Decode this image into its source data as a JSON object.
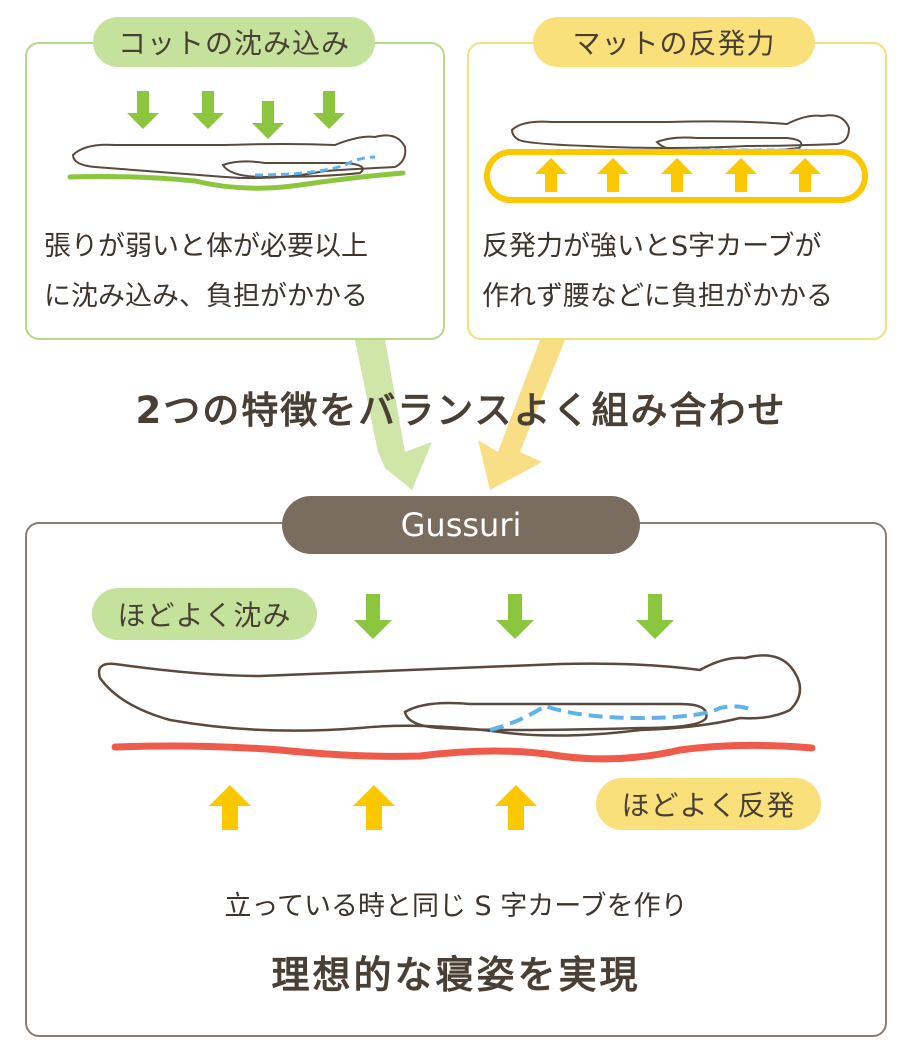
{
  "panels": {
    "cot": {
      "label": "コットの沈み込み",
      "desc_line1": "張りが弱いと体が必要以上",
      "desc_line2": "に沈み込み、負担がかかる",
      "accent": "#9bc94e",
      "border": "#b6d88a",
      "pill_bg": "#c5e29c",
      "arrow": "#8cc63f"
    },
    "mat": {
      "label": "マットの反発力",
      "desc_line1": "反発力が強いとS字カーブが",
      "desc_line2": "作れず腰などに負担がかかる",
      "border": "#f3e07a",
      "pill_bg": "#f9e07a",
      "arrow": "#fbc800"
    }
  },
  "headline": "2つの特徴をバランスよく組み合わせ",
  "gussuri": {
    "label": "Gussuri",
    "pill_bg": "#7a6d60",
    "border": "#8a7e72",
    "sink_label": "ほどよく沈み",
    "rebound_label": "ほどよく反発",
    "line_color": "#ef5b4b",
    "spine_color": "#5fb3e8",
    "caption": "立っている時と同じ S 字カーブを作り",
    "result": "理想的な寝姿を実現"
  }
}
